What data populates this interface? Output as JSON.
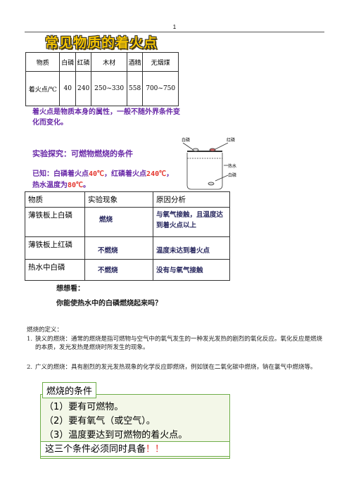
{
  "page_number": "1",
  "title": "常见物质的着火点",
  "table1": {
    "headers": [
      "物质",
      "白磷",
      "红磷",
      "木材",
      "酒精",
      "无烟煤"
    ],
    "row": [
      "着火点/℃",
      "40",
      "240",
      "250~330",
      "558",
      "700~750"
    ]
  },
  "note": "着火点是物质本身的属性，一般不随外界条件变化而变化。",
  "experiment_title": "实验探究：可燃物燃烧的条件",
  "known": {
    "p1": "已知：白磷着火点",
    "v1": "40℃",
    "p2": "，红磷着火点",
    "v2": "240℃",
    "p3": "，热水温度为",
    "v3": "80℃",
    "p4": "。"
  },
  "diagram_labels": {
    "white_p": "白磷",
    "red_p": "红磷",
    "hot_water": "热水",
    "white_p2": "白磷"
  },
  "table2": {
    "headers": [
      "物质",
      "实验现象",
      "原因分析"
    ],
    "rows": [
      [
        "薄铁板上白磷",
        "燃烧",
        "与氧气接触，且温度达到着火点以上"
      ],
      [
        "薄铁板上红磷",
        "不燃烧",
        "温度未达到着火点"
      ],
      [
        "热水中白磷",
        "不燃烧",
        "没有与氧气接触"
      ]
    ]
  },
  "think": {
    "label": "想想看：",
    "question": "你能使热水中的白磷燃烧起来吗？"
  },
  "definition_heading": "燃烧的定义：",
  "definitions": [
    {
      "num": "1.",
      "text": "狭义的燃烧：通常的燃烧是指可燃物与空气中的氧气发生的一种发光发热的剧烈的氧化反应。氧化反应是燃烧的本质，发光发热是燃烧时所发生的现象。"
    },
    {
      "num": "2.",
      "text": "广义的燃烧：具有剧烈的发光发热现象的化学反应即燃烧，例如镁在二氧化碳中燃烧，钠在氯气中燃烧等。"
    }
  ],
  "conditions": {
    "title": "燃烧的条件",
    "items": [
      "（1）要有可燃物。",
      "（2）要有氧气（或空气）。",
      "（3）温度要达到可燃物的着火点。"
    ],
    "footer_text": "这三个条件必须同时具备",
    "footer_mark": "！！"
  },
  "colors": {
    "title_yellow": "#f5c400",
    "handwriting_purple": "#6a2aa8",
    "red": "#e4352d",
    "green_border": "#6fae4a"
  }
}
